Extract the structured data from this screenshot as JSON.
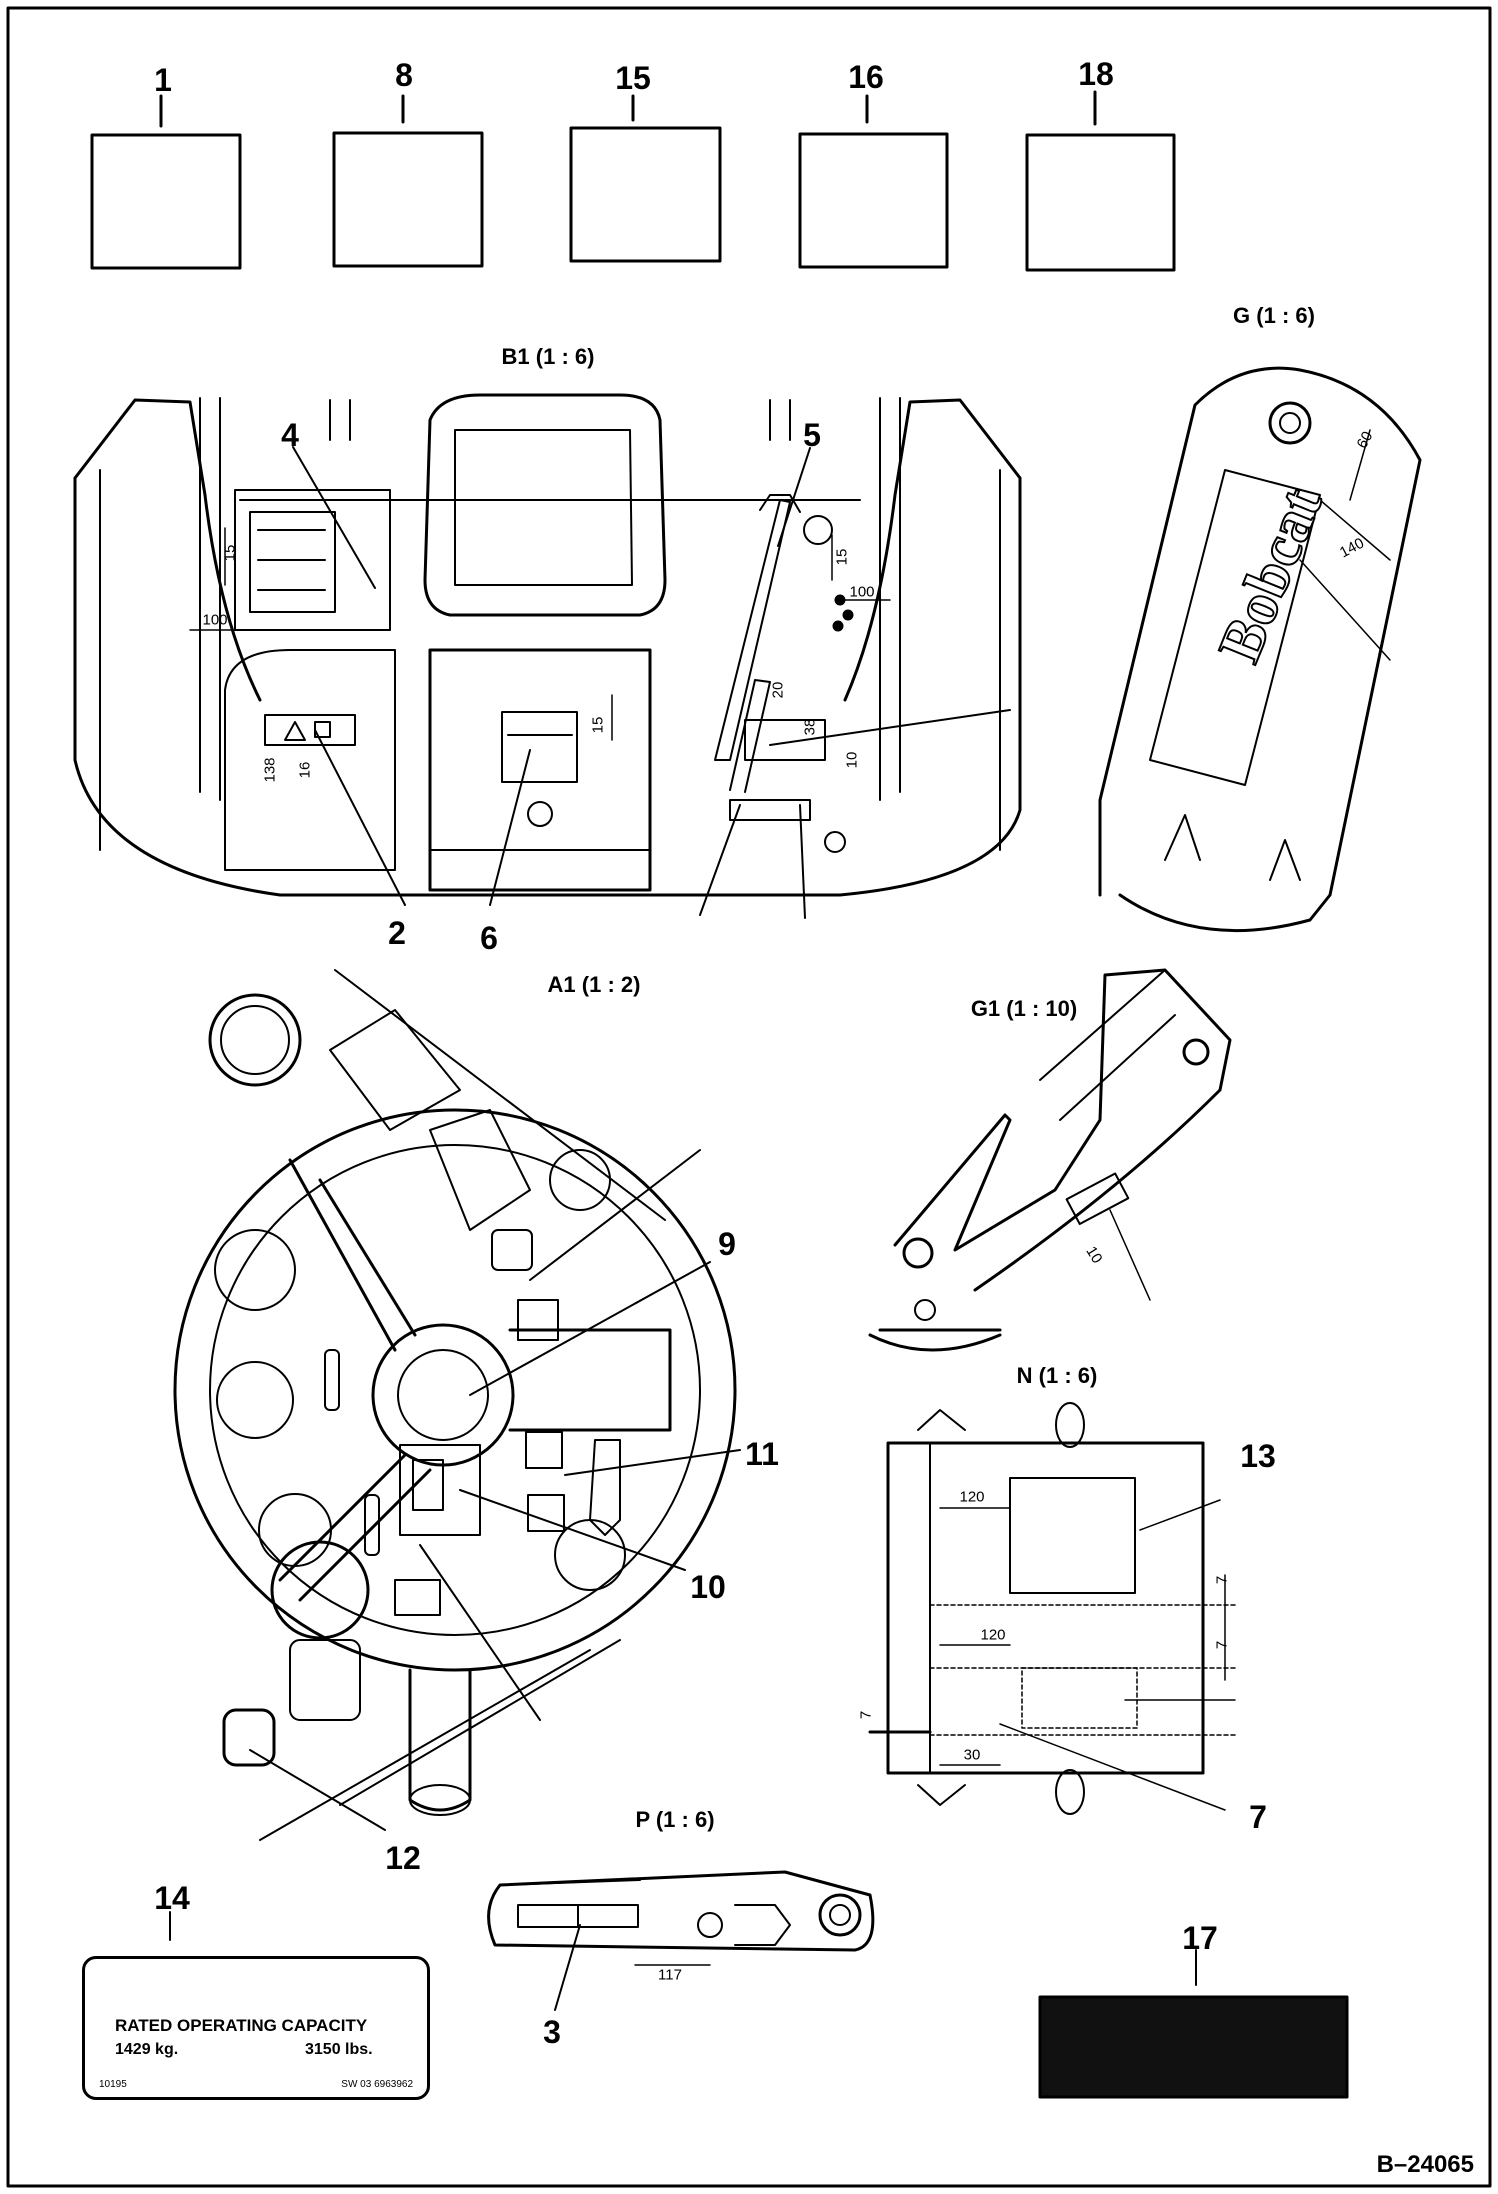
{
  "callouts": {
    "c1": "1",
    "c8": "8",
    "c15": "15",
    "c16": "16",
    "c18": "18",
    "c4": "4",
    "c5": "5",
    "c2": "2",
    "c6": "6",
    "c9": "9",
    "c11": "11",
    "c10": "10",
    "c12": "12",
    "c13": "13",
    "c7": "7",
    "c3": "3",
    "c14": "14",
    "c17": "17"
  },
  "views": {
    "b1": "B1 (1 : 6)",
    "g": "G (1 : 6)",
    "a1": "A1 (1 : 2)",
    "g1": "G1 (1 : 10)",
    "n": "N (1 : 6)",
    "p": "P (1 : 6)"
  },
  "dimensions": {
    "d100_left": "100",
    "d15_left": "15",
    "d138": "138",
    "d16": "16",
    "d15_center": "15",
    "d100_right": "100",
    "d15_right": "15",
    "d20": "20",
    "d38": "38",
    "d10_b1": "10",
    "d60": "60",
    "d140": "140",
    "d10_g1": "10",
    "d120_top": "120",
    "d7_a": "7",
    "d120_mid": "120",
    "d7_b": "7",
    "d7_c": "7",
    "d30": "30",
    "d117": "117"
  },
  "brand_text": "Bobcat",
  "capacity_decal": {
    "title": "RATED OPERATING CAPACITY",
    "metric": "1429 kg.",
    "imperial": "3150 lbs.",
    "code_left": "10195",
    "code_right": "SW 03 6963962"
  },
  "document_number": "B–24065",
  "colors": {
    "ink": "#000000",
    "paper": "#ffffff",
    "decal17_fill": "#111111"
  }
}
